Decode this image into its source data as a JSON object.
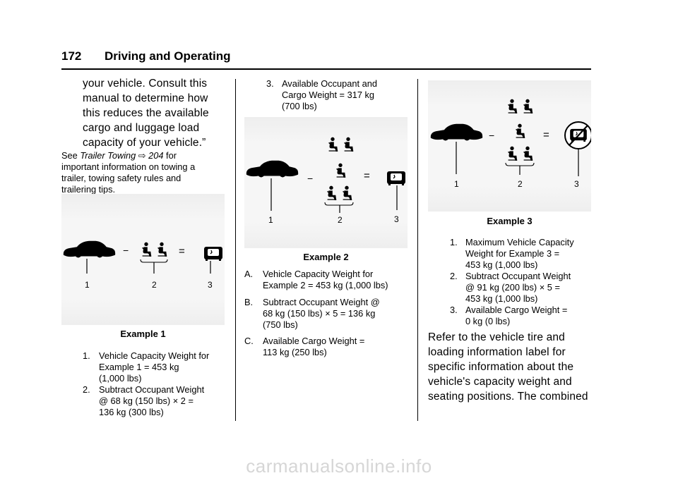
{
  "header": {
    "page_number": "172",
    "section_title": "Driving and Operating"
  },
  "col1": {
    "quote_lines": [
      "your vehicle. Consult this",
      "manual to determine how",
      "this reduces the available",
      "cargo and luggage load",
      "capacity of your vehicle.”"
    ],
    "see": {
      "prefix": "See ",
      "link_text": "Trailer Towing",
      "arrow": "⇨",
      "page_ref": "204",
      "line1_suffix": " for",
      "rest_lines": [
        "important information on towing a",
        "trailer, towing safety rules and",
        "trailering tips."
      ]
    },
    "figure": {
      "minus": "−",
      "equals": "=",
      "callouts": [
        "1",
        "2",
        "3"
      ],
      "caption": "Example 1"
    },
    "list": [
      {
        "marker": "1.",
        "lines": [
          "Vehicle Capacity Weight for",
          "Example 1 = 453 kg",
          "(1,000 lbs)"
        ]
      },
      {
        "marker": "2.",
        "lines": [
          "Subtract Occupant Weight",
          "@ 68 kg (150 lbs) × 2 =",
          "136 kg (300 lbs)"
        ]
      }
    ]
  },
  "col2": {
    "top_item": {
      "marker": "3.",
      "lines": [
        "Available Occupant and",
        "Cargo Weight = 317 kg",
        "(700 lbs)"
      ]
    },
    "figure": {
      "minus": "−",
      "equals": "=",
      "callouts": [
        "1",
        "2",
        "3"
      ],
      "caption": "Example 2"
    },
    "list": [
      {
        "marker": "A.",
        "lines": [
          "Vehicle Capacity Weight for",
          "Example 2 = 453 kg (1,000 lbs)"
        ]
      },
      {
        "marker": "B.",
        "lines": [
          "Subtract Occupant Weight @",
          "68 kg (150 lbs) × 5 = 136 kg",
          "(750 lbs)"
        ]
      },
      {
        "marker": "C.",
        "lines": [
          "Available Cargo Weight =",
          "113 kg (250 lbs)"
        ]
      }
    ]
  },
  "col3": {
    "figure": {
      "minus": "−",
      "equals": "=",
      "callouts": [
        "1",
        "2",
        "3"
      ],
      "caption": "Example 3"
    },
    "list": [
      {
        "marker": "1.",
        "lines": [
          "Maximum Vehicle Capacity",
          "Weight for Example 3 =",
          "453 kg (1,000 lbs)"
        ]
      },
      {
        "marker": "2.",
        "lines": [
          "Subtract Occupant Weight",
          "@ 91 kg (200 lbs) × 5 =",
          "453 kg (1,000 lbs)"
        ]
      },
      {
        "marker": "3.",
        "lines": [
          "Available Cargo Weight =",
          "0 kg (0 lbs)"
        ]
      }
    ],
    "closing_lines": [
      "Refer to the vehicle tire and",
      "loading information label for",
      "specific information about the",
      "vehicle's capacity weight and",
      "seating positions. The combined"
    ]
  },
  "watermark": "carmanualsonline.info"
}
